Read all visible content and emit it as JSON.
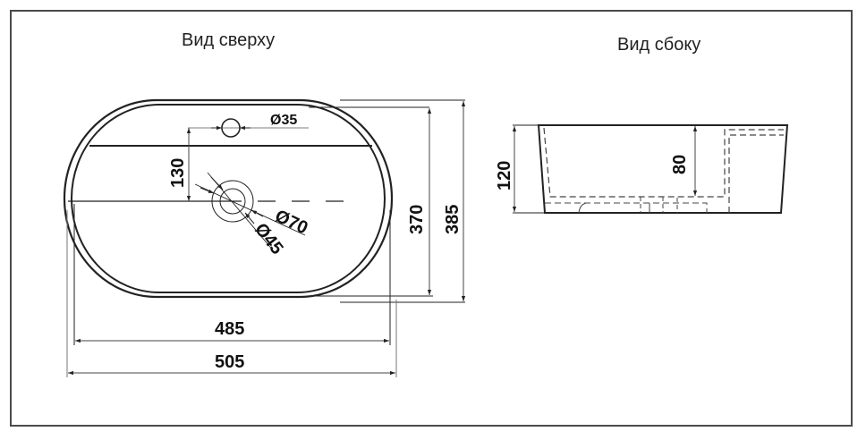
{
  "drawing": {
    "frame_color": "#4a4a4a",
    "line_color": "#222222",
    "top_view": {
      "title": "Вид сверху",
      "dimensions": {
        "faucet_hole_diameter": "Ø35",
        "faucet_offset": "130",
        "drain_outer_diameter": "Ø70",
        "drain_inner_diameter": "Ø45",
        "inner_depth_width": "370",
        "outer_depth_width": "385",
        "inner_length": "485",
        "outer_length": "505"
      }
    },
    "side_view": {
      "title": "Вид сбоку",
      "dimensions": {
        "total_height": "120",
        "bowl_depth": "80"
      }
    }
  }
}
